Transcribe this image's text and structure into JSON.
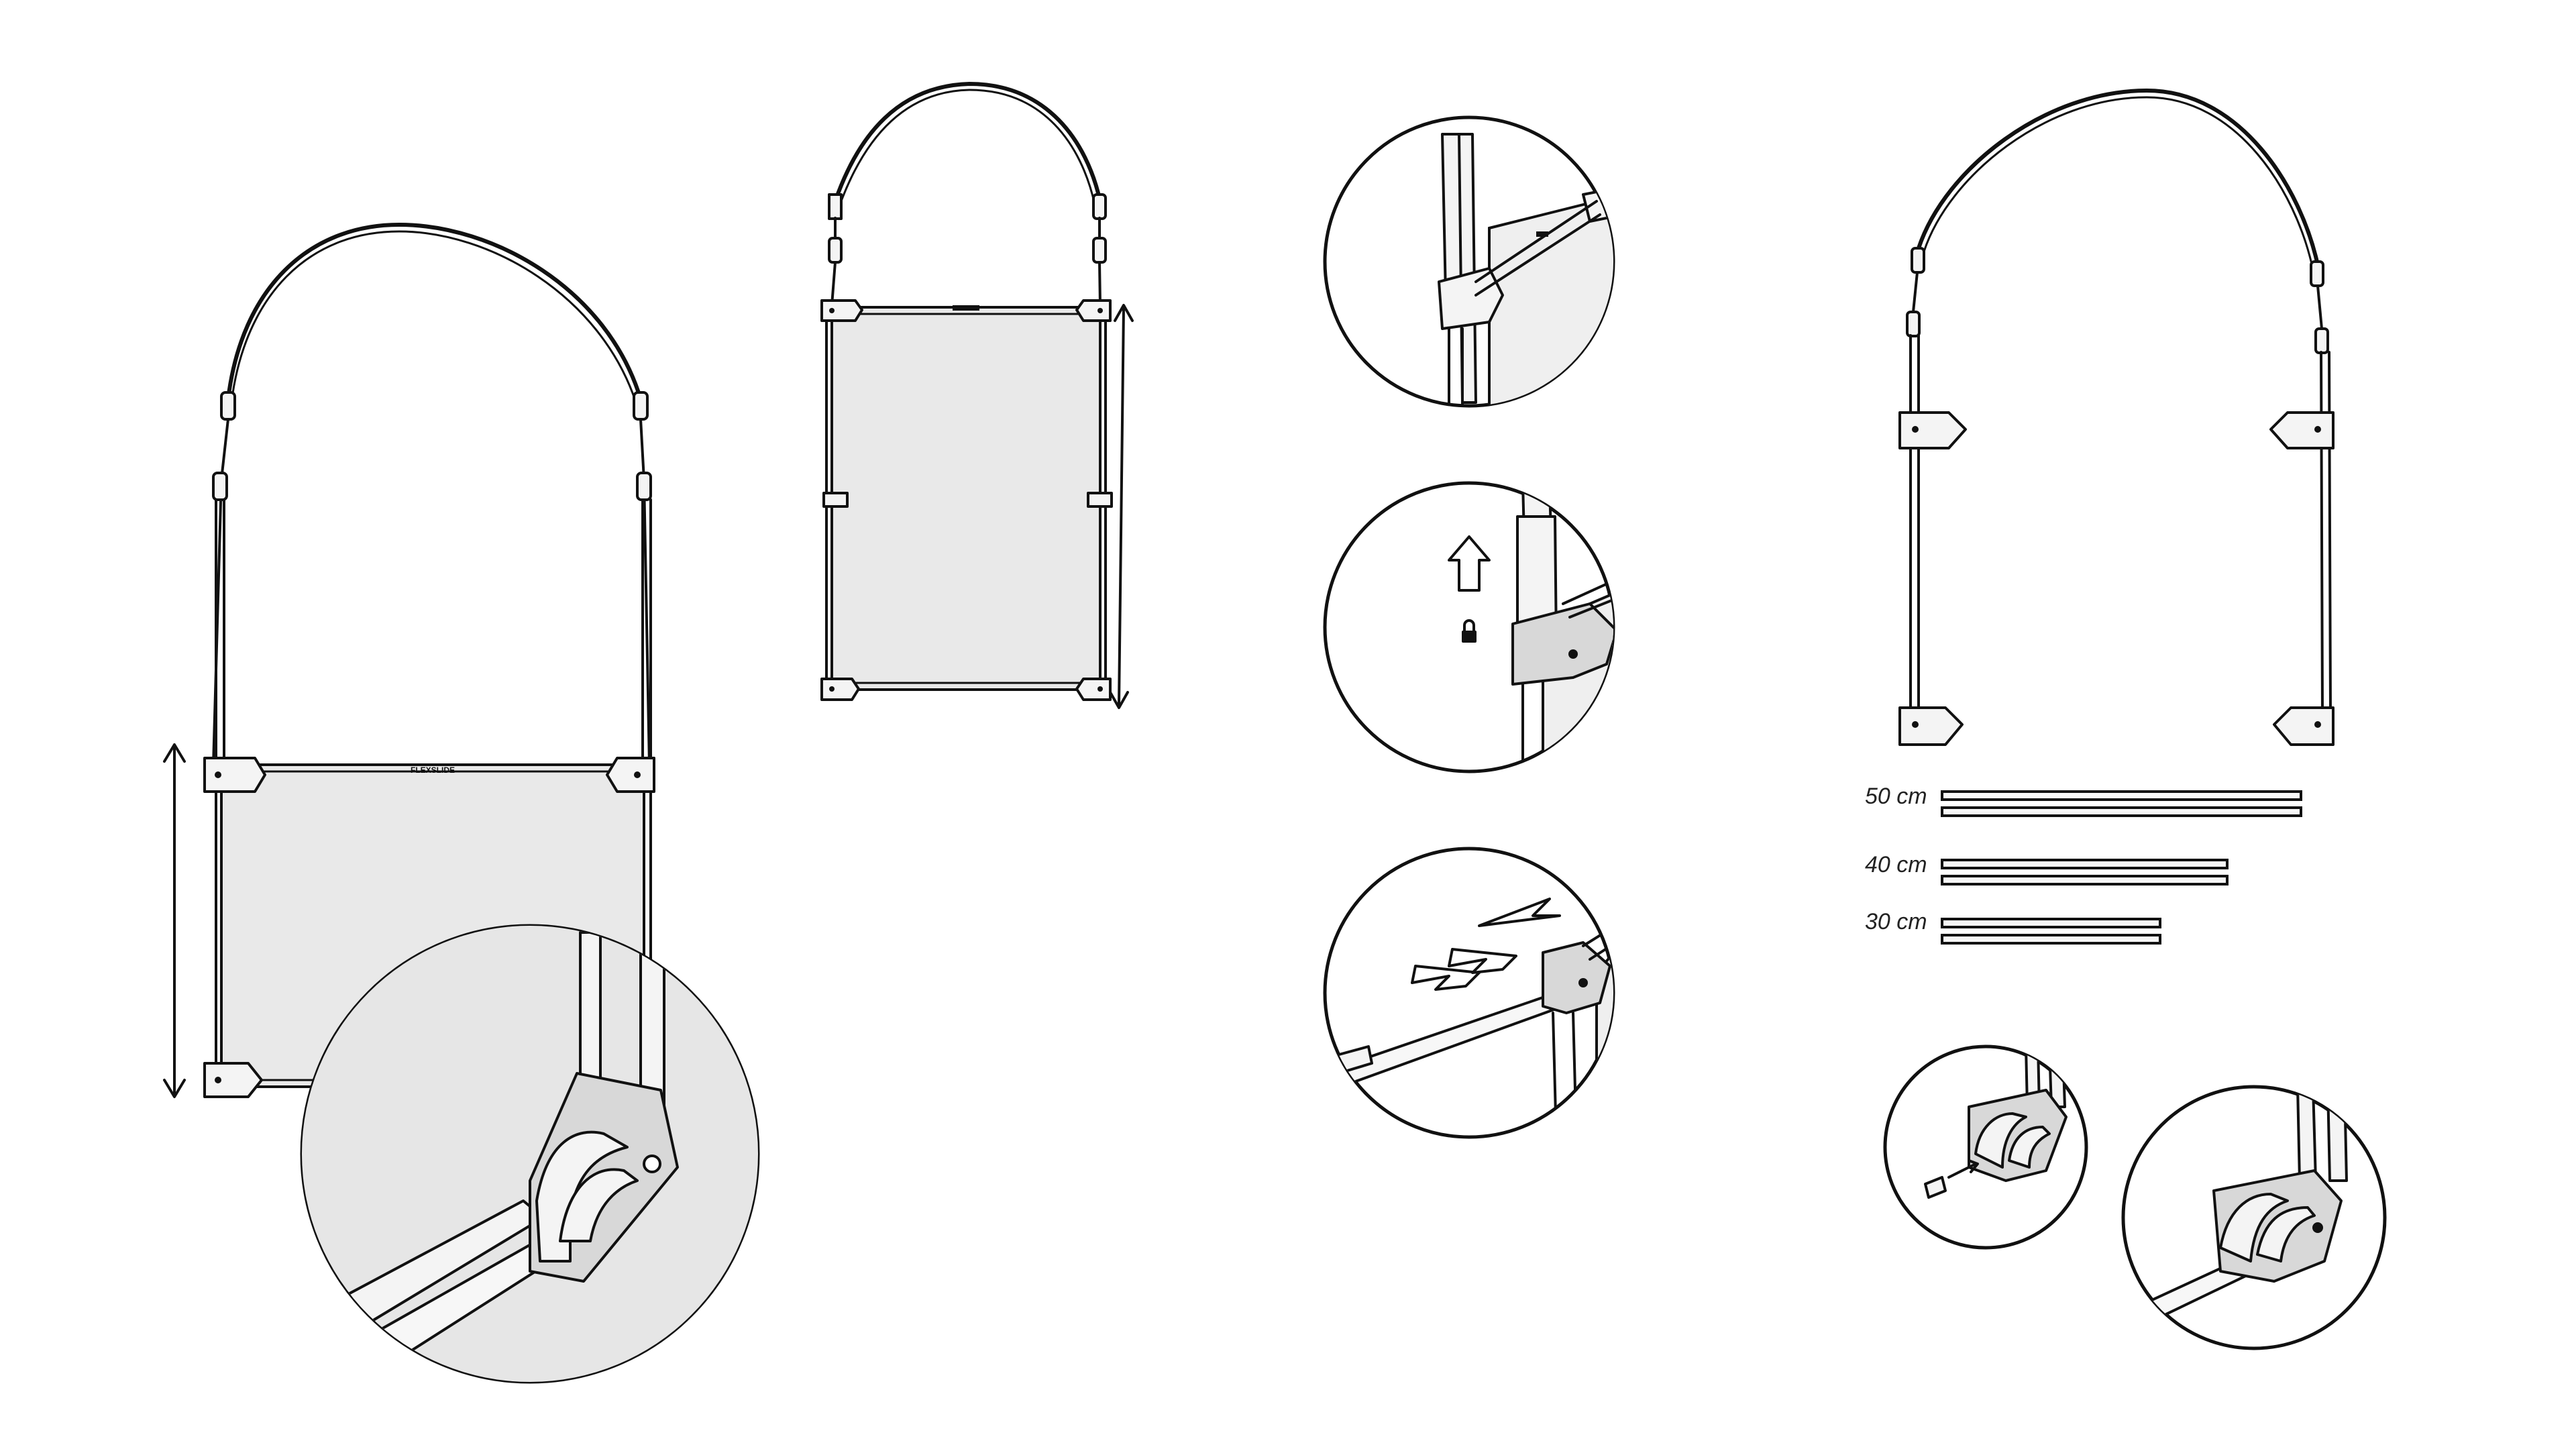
{
  "brand": {
    "mark": "FLEXSLIDE"
  },
  "lengths": [
    {
      "label": "50 cm"
    },
    {
      "label": "40 cm"
    },
    {
      "label": "30 cm"
    }
  ],
  "icons": [
    "lock-icon",
    "up-arrow-icon",
    "double-arrow-icon",
    "slide-direction-arrows-icon"
  ]
}
